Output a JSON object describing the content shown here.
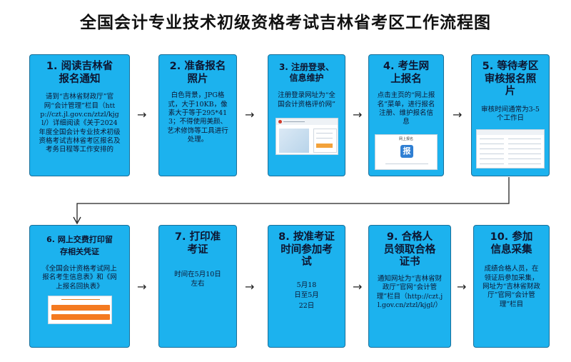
{
  "title": "全国会计专业技术初级资格考试吉林省考区工作流程图",
  "steps": [
    {
      "title": "1. 阅读吉林省报名通知",
      "body": "请到“吉林省财政厅”官网“会计管理”栏目（http://czt.jl.gov.cn/ztzl/kjgl/）详细阅读《关于2024年度全国会计专业技术初级资格考试吉林省考区报名及考务日程等工作安排的"
    },
    {
      "title": "2. 准备报名照片",
      "body": "白色背景，JPG格式，大于10KB，像素大于等于295*413；不得使用美颜、艺术修饰等工具进行处理。"
    },
    {
      "title": "3. 注册登录、信息维护",
      "body": "注册登录网址为“全国会计资格评价网”"
    },
    {
      "title": "4. 考生网上报名",
      "body": "点击主页的“网上报名”菜单，进行报名注册、维护报名信息",
      "thumb_label": "网上报名",
      "icon_label": "报"
    },
    {
      "title": "5. 等待考区审核报名照片",
      "body": "审核时间通常为3-5个工作日"
    },
    {
      "title": "6. 网上交费打印留存相关凭证",
      "body": "《全国会计资格考试网上报名考生信息表》和《网上报名回执表》"
    },
    {
      "title": "7. 打印准考证",
      "body": "时间在5月10日左右"
    },
    {
      "title": "8. 按准考证时间参加考试",
      "body": "5月18日至5月22日"
    },
    {
      "title": "9. 合格人员领取合格证书",
      "body": "通知网址为“吉林省财政厅”官网“会计管理”栏目（http://czt.jl.gov.cn/ztzl/kjgl/）"
    },
    {
      "title": "10. 参加信息采集",
      "body": "成绩合格人员，在领证后参加采集，网址为“吉林省财政厅”官网“会计管理”栏目"
    }
  ],
  "colors": {
    "box_fill": "#1cb2ee",
    "box_border": "#1a6f99",
    "text": "#0d1530"
  }
}
